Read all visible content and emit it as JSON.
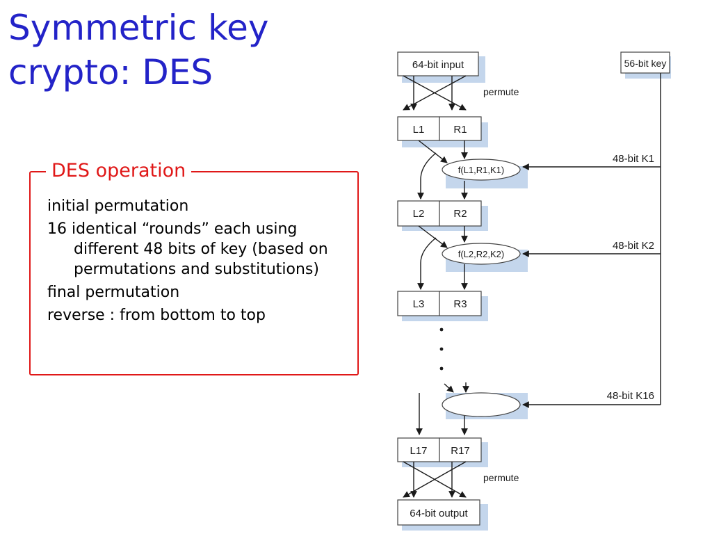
{
  "slide": {
    "title": "Symmetric key crypto: DES"
  },
  "operation_box": {
    "heading": "DES operation",
    "items": [
      "initial permutation",
      "16 identical “rounds” each using different 48 bits of key (based on permutations and substitutions)",
      "final permutation",
      "reverse : from bottom to top"
    ]
  },
  "diagram": {
    "input_label": "64-bit input",
    "key_label": "56-bit key",
    "permute_top": "permute",
    "l1": "L1",
    "r1": "R1",
    "f1": "f(L1,R1,K1)",
    "k1": "48-bit K1",
    "l2": "L2",
    "r2": "R2",
    "f2": "f(L2,R2,K2)",
    "k2": "48-bit K2",
    "l3": "L3",
    "r3": "R3",
    "k16": "48-bit K16",
    "l17": "L17",
    "r17": "R17",
    "permute_bottom": "permute",
    "output_label": "64-bit output"
  },
  "colors": {
    "title": "#2323c8",
    "box_border": "#e01818",
    "shadow": "#c4d6ec"
  }
}
